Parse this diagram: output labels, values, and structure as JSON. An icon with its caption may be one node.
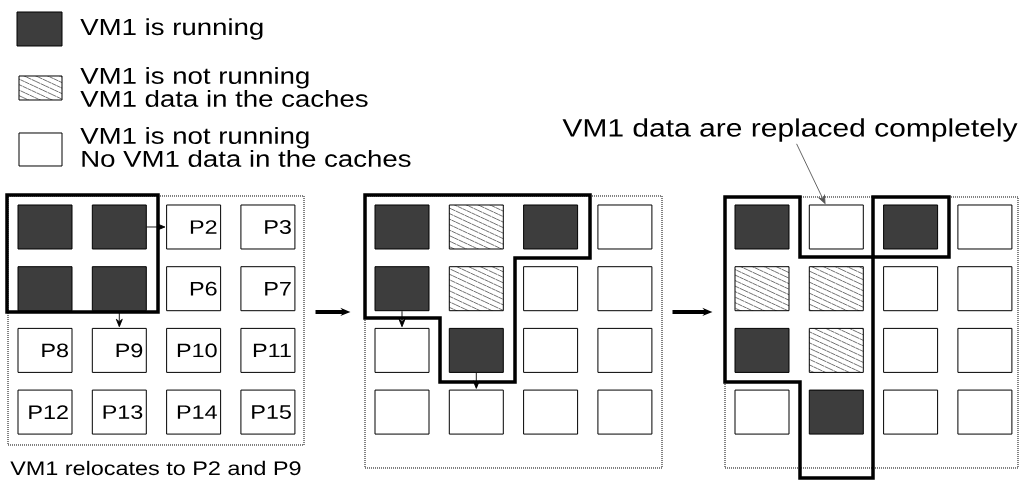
{
  "diagram": {
    "nodes": [
      {
        "text": [],
        "shape": "box"
      },
      {
        "text": [],
        "shape": "box",
        "in": 0
      },
      {
        "text": [],
        "shape": "box",
        "in": 0
      },
      {
        "text": [
          "P2"
        ],
        "in": 0
      },
      {
        "text": [
          "P3"
        ],
        "in": 0
      },
      {
        "text": [],
        "shape": "box",
        "in": 0
      },
      {
        "text": [],
        "shape": "box",
        "in": 0
      },
      {
        "text": [
          "P6"
        ],
        "in": 0
      },
      {
        "text": [
          "P7"
        ],
        "in": 0
      },
      {
        "text": [
          "P8"
        ],
        "in": 0
      },
      {
        "text": [
          "P9"
        ],
        "in": 0
      },
      {
        "text": [
          "P10"
        ],
        "in": 0
      },
      {
        "text": [
          "P11"
        ],
        "in": 0
      },
      {
        "text": [
          "P12"
        ],
        "in": 0
      },
      {
        "text": [
          "P13"
        ],
        "in": 0
      },
      {
        "text": [
          "P14"
        ],
        "in": 0
      },
      {
        "text": [
          "P15"
        ],
        "in": 0
      },
      {
        "text": [],
        "shape": "box"
      },
      {
        "text": [],
        "shape": "box",
        "in": 17
      },
      {
        "text": [],
        "shape": "box",
        "in": 17
      },
      {
        "text": [],
        "shape": "box",
        "in": 17
      },
      {
        "text": [],
        "shape": "box",
        "in": 17
      },
      {
        "text": [],
        "shape": "box",
        "in": 17
      },
      {
        "text": [],
        "shape": "box",
        "in": 17
      },
      {
        "text": [],
        "shape": "box",
        "in": 17
      },
      {
        "text": [],
        "shape": "box",
        "in": 17
      },
      {
        "text": [],
        "shape": "box",
        "in": 17
      },
      {
        "text": [],
        "shape": "box",
        "in": 17
      },
      {
        "text": [],
        "shape": "box",
        "in": 17
      },
      {
        "text": [],
        "shape": "box",
        "in": 17
      },
      {
        "text": [],
        "shape": "box",
        "in": 17
      },
      {
        "text": [],
        "shape": "box",
        "in": 17
      },
      {
        "text": [],
        "shape": "box",
        "in": 17
      },
      {
        "text": [],
        "shape": "box",
        "in": 17
      },
      {
        "text": [],
        "shape": "box"
      },
      {
        "text": [],
        "shape": "box",
        "in": 34
      },
      {
        "text": [],
        "shape": "box",
        "in": 34
      },
      {
        "text": [],
        "shape": "box",
        "in": 34
      },
      {
        "text": [],
        "shape": "box",
        "in": 34
      },
      {
        "text": [],
        "shape": "box",
        "in": 34
      },
      {
        "text": [],
        "shape": "box",
        "in": 34
      },
      {
        "text": [],
        "shape": "box",
        "in": 34
      },
      {
        "text": [],
        "shape": "box",
        "in": 34
      },
      {
        "text": [],
        "shape": "box",
        "in": 34
      },
      {
        "text": [],
        "shape": "box",
        "in": 34
      },
      {
        "text": [],
        "shape": "box",
        "in": 34
      },
      {
        "text": [],
        "shape": "box",
        "in": 34
      },
      {
        "text": [],
        "shape": "box",
        "in": 34
      },
      {
        "text": [],
        "shape": "box",
        "in": 34
      },
      {
        "text": [],
        "shape": "box",
        "in": 34
      },
      {
        "text": [],
        "shape": "box",
        "in": 34
      },
      {
        "text": [
          "VM1 data are replaced completely"
        ]
      }
    ],
    "edges": [
      {
        "from": 2,
        "to": 3,
        "arrow": "to"
      },
      {
        "from": 6,
        "to": 10,
        "arrow": "to"
      },
      {
        "from": 0,
        "to": 17,
        "arrow": "to",
        "style": "thick"
      },
      {
        "from": 22,
        "to": 26,
        "arrow": "to"
      },
      {
        "from": 27,
        "to": 31,
        "arrow": "to"
      },
      {
        "from": 17,
        "to": 34,
        "arrow": "to",
        "style": "thick"
      },
      {
        "from": 51,
        "to": 36,
        "arrow": "to",
        "color": "#555555"
      }
    ],
    "labels": [
      "VM1 relocates to P2 and P9"
    ],
    "legend": [
      {
        "text": "VM1 is running",
        "color": "#3d3d3d"
      },
      {
        "text": "VM1 is not running VM1 data in the caches"
      },
      {
        "text": "VM1 is not running No VM1 data in the caches"
      }
    ]
  }
}
